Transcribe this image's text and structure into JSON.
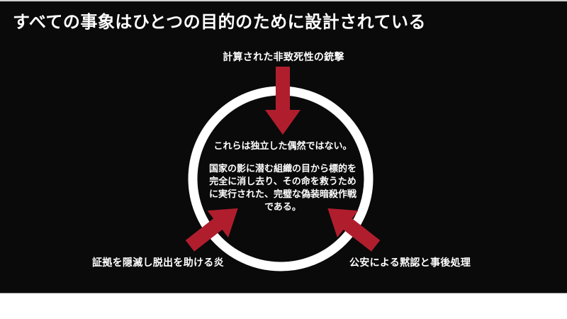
{
  "slide": {
    "title": "すべての事象はひとつの目的のために設計されている",
    "background_color": "#0a0a0a",
    "accent_color": "#b01e2e",
    "ring_color": "#ffffff"
  },
  "diagram": {
    "top_label": "計算された非致死性の銃撃",
    "bottom_left_label": "証拠を隠滅し脱出を助ける炎",
    "bottom_right_label": "公安による黙認と事後処理",
    "center": {
      "headline": "これらは独立した偶然ではない。",
      "body": "国家の影に潜む組織の目から標的を完全に消し去り、その命を救うために実行された、完璧な偽装暗殺作戦である。"
    },
    "arrows": [
      {
        "name": "top-arrow",
        "direction": "down"
      },
      {
        "name": "bottom-left-arrow",
        "direction": "up-right"
      },
      {
        "name": "bottom-right-arrow",
        "direction": "up-left"
      }
    ]
  }
}
